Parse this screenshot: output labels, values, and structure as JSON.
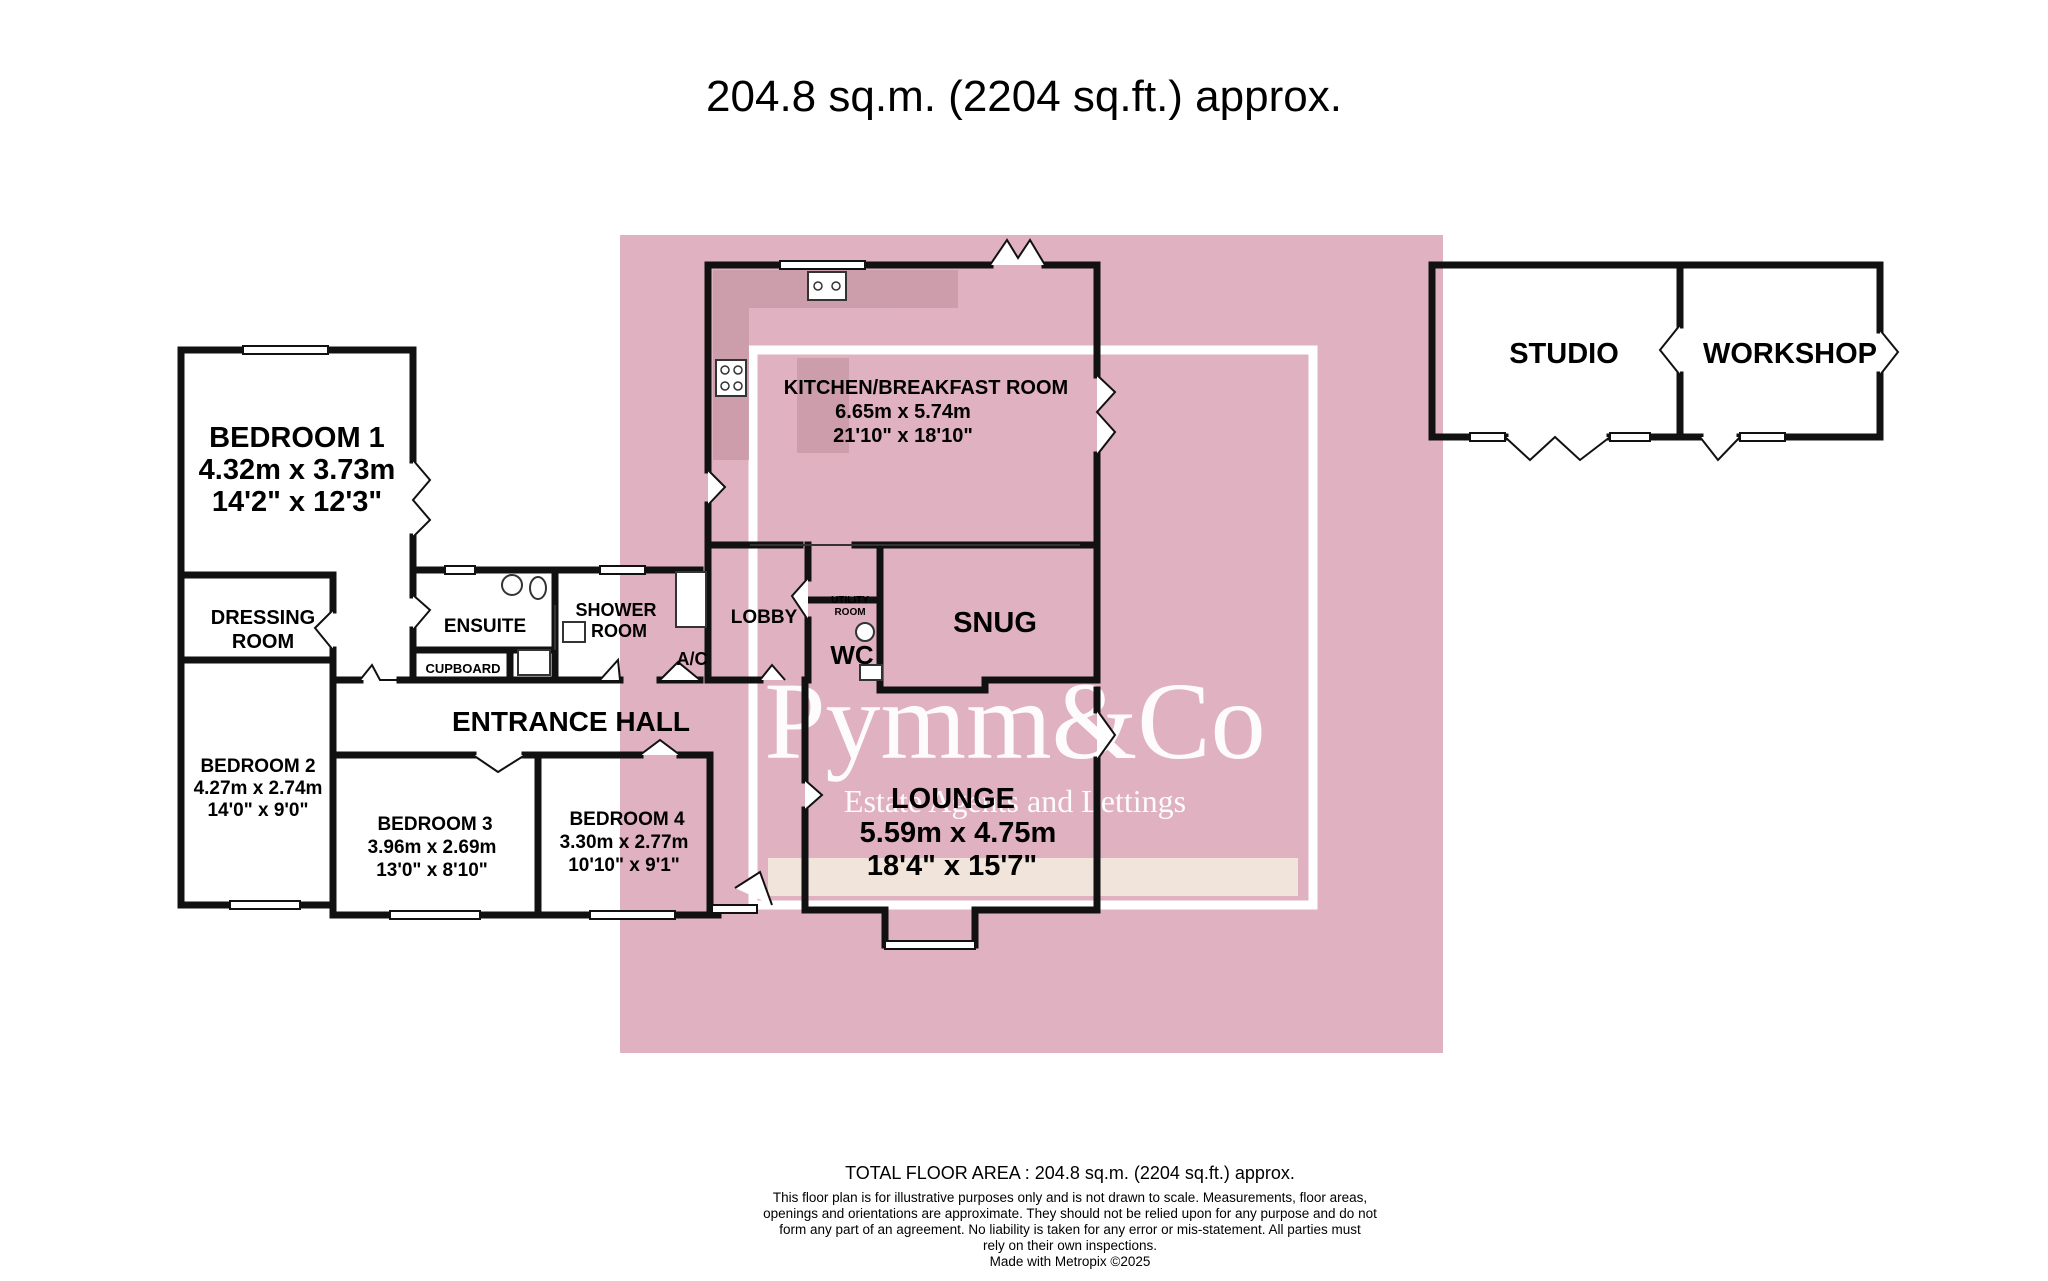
{
  "header": {
    "area_title": "204.8 sq.m. (2204 sq.ft.) approx."
  },
  "rooms": {
    "bedroom1": {
      "name": "BEDROOM 1",
      "metric": "4.32m  x 3.73m",
      "imperial": "14'2\"  x 12'3\""
    },
    "dressing": {
      "line1": "DRESSING",
      "line2": "ROOM"
    },
    "ensuite": {
      "name": "ENSUITE"
    },
    "cupboard": {
      "name": "CUPBOARD"
    },
    "shower": {
      "line1": "SHOWER",
      "line2": "ROOM"
    },
    "ac": {
      "name": "A/C"
    },
    "lobby": {
      "name": "LOBBY"
    },
    "utility": {
      "line1": "UTILITY",
      "line2": "ROOM"
    },
    "wc": {
      "name": "WC"
    },
    "snug": {
      "name": "SNUG"
    },
    "kitchen": {
      "name": "KITCHEN/BREAKFAST ROOM",
      "metric": "6.65m  x 5.74m",
      "imperial": "21'10\"  x 18'10\""
    },
    "entrance_hall": {
      "name": "ENTRANCE HALL"
    },
    "bedroom2": {
      "name": "BEDROOM 2",
      "metric": "4.27m  x 2.74m",
      "imperial": "14'0\"  x 9'0\""
    },
    "bedroom3": {
      "name": "BEDROOM 3",
      "metric": "3.96m  x 2.69m",
      "imperial": "13'0\"  x 8'10\""
    },
    "bedroom4": {
      "name": "BEDROOM 4",
      "metric": "3.30m  x 2.77m",
      "imperial": "10'10\"  x 9'1\""
    },
    "lounge": {
      "name": "LOUNGE",
      "metric": "5.59m  x 4.75m",
      "imperial": "18'4\"  x 15'7\""
    },
    "studio": {
      "name": "STUDIO"
    },
    "workshop": {
      "name": "WORKSHOP"
    }
  },
  "watermark": {
    "brand": "Pymm&Co",
    "tagline": "Estate Agents and Lettings",
    "color": "#e0b1c0"
  },
  "footer": {
    "total_area": "TOTAL FLOOR AREA : 204.8 sq.m. (2204 sq.ft.) approx.",
    "disclaimer_lines": [
      "This floor plan is for illustrative purposes only and is not drawn to scale.  Measurements, floor areas,",
      "openings and orientations are approximate.  They should not be relied upon for any purpose and do not",
      "form any part of an agreement.  No liability is taken for any error or mis-statement.  All parties must",
      "rely on their own inspections."
    ],
    "credit": "Made with Metropix ©2025"
  }
}
